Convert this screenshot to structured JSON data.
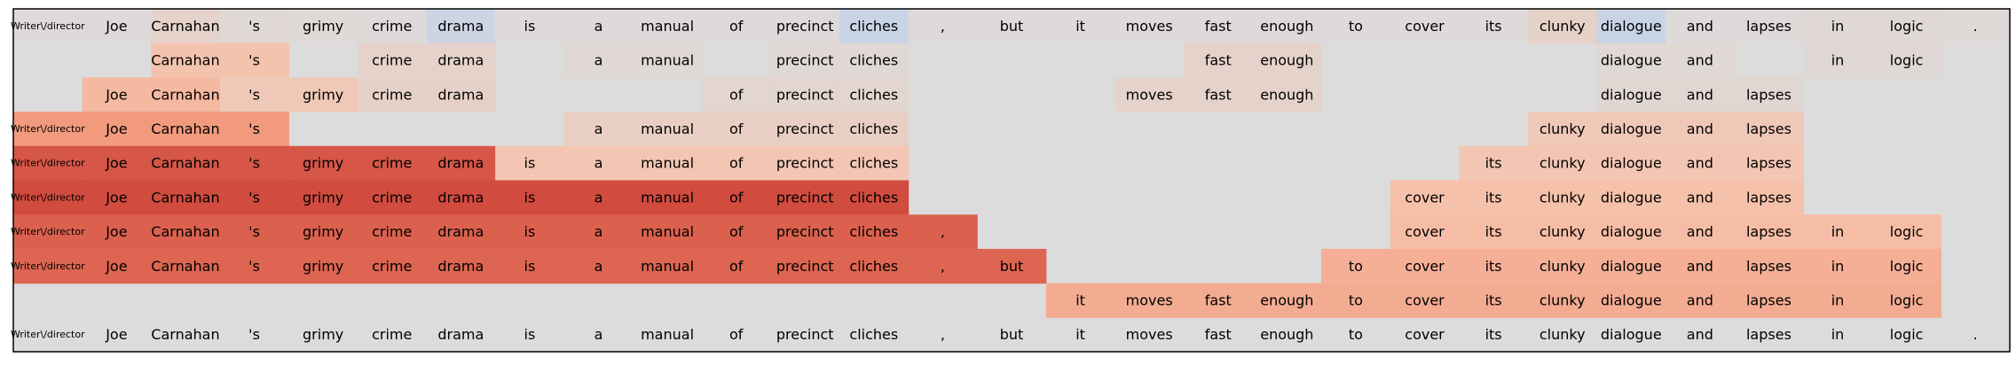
{
  "chart_data": {
    "type": "heatmap",
    "tokens": [
      "Writer\\/director",
      "Joe",
      "Carnahan",
      "'s",
      "grimy",
      "crime",
      "drama",
      "is",
      "a",
      "manual",
      "of",
      "precinct",
      "cliches",
      ",",
      "but",
      "it",
      "moves",
      "fast",
      "enough",
      "to",
      "cover",
      "its",
      "clunky",
      "dialogue",
      "and",
      "lapses",
      "in",
      "logic",
      "."
    ],
    "rows": [
      {
        "show": [
          1,
          1,
          1,
          1,
          1,
          1,
          1,
          1,
          1,
          1,
          1,
          1,
          1,
          1,
          1,
          1,
          1,
          1,
          1,
          1,
          1,
          1,
          1,
          1,
          1,
          1,
          1,
          1,
          1
        ],
        "values": [
          0.02,
          0.02,
          0.1,
          0.05,
          0.03,
          0.02,
          -0.12,
          0.02,
          0.02,
          0.02,
          0.02,
          0.02,
          -0.15,
          0.02,
          0.02,
          0.02,
          0.02,
          0.02,
          0.02,
          0.02,
          0.02,
          0.02,
          0.12,
          -0.15,
          0.02,
          0.02,
          0.05,
          0.05,
          0.03
        ]
      },
      {
        "show": [
          0,
          0,
          1,
          1,
          0,
          1,
          1,
          0,
          1,
          1,
          0,
          1,
          1,
          0,
          0,
          0,
          0,
          1,
          1,
          0,
          0,
          0,
          0,
          1,
          1,
          0,
          1,
          1,
          0
        ],
        "values": [
          0,
          0,
          0.28,
          0.28,
          0,
          0.1,
          0.1,
          0,
          0.05,
          0.05,
          0,
          0.05,
          0.05,
          0,
          0,
          0,
          0,
          0.1,
          0.1,
          0,
          0,
          0,
          0,
          0.05,
          0.05,
          0,
          0.05,
          0.05,
          0
        ]
      },
      {
        "show": [
          0,
          1,
          1,
          1,
          1,
          1,
          1,
          0,
          0,
          0,
          1,
          1,
          1,
          0,
          0,
          0,
          1,
          1,
          1,
          0,
          0,
          0,
          0,
          1,
          1,
          1,
          0,
          0,
          0
        ],
        "values": [
          0,
          0.35,
          0.35,
          0.22,
          0.22,
          0.12,
          0.12,
          0,
          0,
          0,
          0.08,
          0.08,
          0.08,
          0,
          0,
          0,
          0.1,
          0.1,
          0.1,
          0,
          0,
          0,
          0,
          0.06,
          0.06,
          0.06,
          0,
          0,
          0
        ]
      },
      {
        "show": [
          1,
          1,
          1,
          1,
          0,
          0,
          0,
          0,
          1,
          1,
          1,
          1,
          1,
          0,
          0,
          0,
          0,
          0,
          0,
          0,
          0,
          0,
          1,
          1,
          1,
          1,
          0,
          0,
          0
        ],
        "values": [
          0.52,
          0.52,
          0.52,
          0.52,
          0,
          0,
          0,
          0,
          0.15,
          0.15,
          0.15,
          0.15,
          0.15,
          0,
          0,
          0,
          0,
          0,
          0,
          0,
          0,
          0,
          0.22,
          0.22,
          0.22,
          0.22,
          0,
          0,
          0
        ]
      },
      {
        "show": [
          1,
          1,
          1,
          1,
          1,
          1,
          1,
          1,
          1,
          1,
          1,
          1,
          1,
          0,
          0,
          0,
          0,
          0,
          0,
          0,
          0,
          1,
          1,
          1,
          1,
          1,
          0,
          0,
          0
        ],
        "values": [
          0.85,
          0.85,
          0.85,
          0.85,
          0.85,
          0.85,
          0.85,
          0.25,
          0.25,
          0.25,
          0.25,
          0.25,
          0.25,
          0,
          0,
          0,
          0,
          0,
          0,
          0,
          0,
          0.25,
          0.25,
          0.25,
          0.25,
          0.25,
          0,
          0,
          0
        ]
      },
      {
        "show": [
          1,
          1,
          1,
          1,
          1,
          1,
          1,
          1,
          1,
          1,
          1,
          1,
          1,
          0,
          0,
          0,
          0,
          0,
          0,
          0,
          1,
          1,
          1,
          1,
          1,
          1,
          0,
          0,
          0
        ],
        "values": [
          0.92,
          0.92,
          0.92,
          0.92,
          0.92,
          0.92,
          0.92,
          0.92,
          0.92,
          0.92,
          0.92,
          0.92,
          0.92,
          0,
          0,
          0,
          0,
          0,
          0,
          0,
          0.3,
          0.3,
          0.3,
          0.3,
          0.3,
          0.3,
          0,
          0,
          0
        ]
      },
      {
        "show": [
          1,
          1,
          1,
          1,
          1,
          1,
          1,
          1,
          1,
          1,
          1,
          1,
          1,
          1,
          0,
          0,
          0,
          0,
          0,
          0,
          1,
          1,
          1,
          1,
          1,
          1,
          1,
          1,
          0
        ],
        "values": [
          0.8,
          0.8,
          0.8,
          0.8,
          0.8,
          0.8,
          0.8,
          0.8,
          0.8,
          0.8,
          0.8,
          0.8,
          0.8,
          0.8,
          0,
          0,
          0,
          0,
          0,
          0,
          0.32,
          0.32,
          0.32,
          0.32,
          0.32,
          0.32,
          0.32,
          0.32,
          0
        ]
      },
      {
        "show": [
          1,
          1,
          1,
          1,
          1,
          1,
          1,
          1,
          1,
          1,
          1,
          1,
          1,
          1,
          1,
          0,
          0,
          0,
          0,
          1,
          1,
          1,
          1,
          1,
          1,
          1,
          1,
          1,
          0
        ],
        "values": [
          0.78,
          0.78,
          0.78,
          0.78,
          0.78,
          0.78,
          0.78,
          0.78,
          0.78,
          0.78,
          0.78,
          0.78,
          0.78,
          0.78,
          0.78,
          0,
          0,
          0,
          0,
          0.4,
          0.4,
          0.4,
          0.4,
          0.4,
          0.4,
          0.4,
          0.4,
          0.4,
          0
        ]
      },
      {
        "show": [
          0,
          0,
          0,
          0,
          0,
          0,
          0,
          0,
          0,
          0,
          0,
          0,
          0,
          0,
          0,
          1,
          1,
          1,
          1,
          1,
          1,
          1,
          1,
          1,
          1,
          1,
          1,
          1,
          0
        ],
        "values": [
          0,
          0,
          0,
          0,
          0,
          0,
          0,
          0,
          0,
          0,
          0,
          0,
          0,
          0,
          0,
          0.42,
          0.42,
          0.42,
          0.42,
          0.42,
          0.42,
          0.42,
          0.42,
          0.42,
          0.42,
          0.42,
          0.42,
          0.42,
          0
        ]
      },
      {
        "show": [
          1,
          1,
          1,
          1,
          1,
          1,
          1,
          1,
          1,
          1,
          1,
          1,
          1,
          1,
          1,
          1,
          1,
          1,
          1,
          1,
          1,
          1,
          1,
          1,
          1,
          1,
          1,
          1,
          1
        ],
        "values": [
          0,
          0,
          0,
          0,
          0,
          0,
          0,
          0,
          0,
          0,
          0,
          0,
          0,
          0,
          0,
          0,
          0,
          0,
          0,
          0,
          0,
          0,
          0,
          0,
          0,
          0,
          0,
          0,
          0
        ]
      }
    ],
    "colormap": {
      "negative": "#c9d3e6",
      "neutral": "#dcdcdc",
      "positive_light": "#f6c1aa",
      "positive_mid": "#ef8c6d",
      "positive_strong": "#d14b3f"
    },
    "grid": false,
    "legend": "none"
  }
}
